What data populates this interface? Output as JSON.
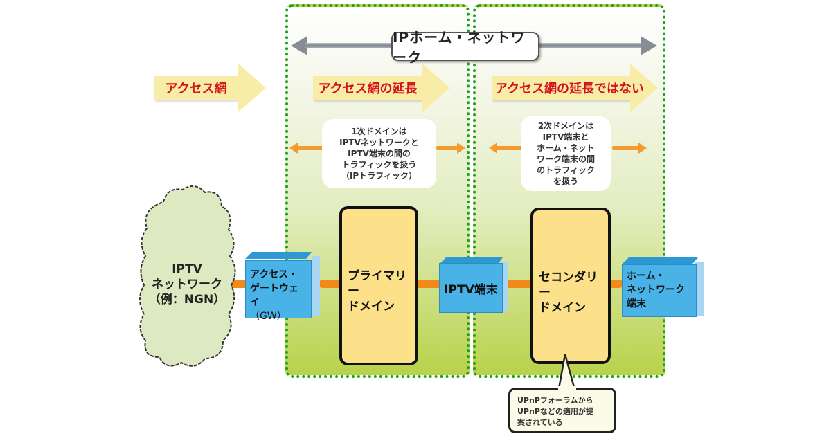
{
  "header": {
    "title": "IPホーム・ネットワーク"
  },
  "arrows": {
    "access_network": "アクセス網",
    "access_extension": "アクセス網の延長",
    "not_access_extension": "アクセス網の延長ではない"
  },
  "cards": {
    "primary": [
      "1次ドメインは",
      "IPTVネットワークと",
      "IPTV端末の間の",
      "トラフィックを扱う",
      "（IPトラフィック）"
    ],
    "secondary": [
      "2次ドメインは",
      "IPTV端末と",
      "ホーム・ネット",
      "ワーク端末の間",
      "のトラフィック",
      "を扱う"
    ]
  },
  "nodes": {
    "cloud": [
      "IPTV",
      "ネットワーク",
      "（例：NGN）"
    ],
    "gateway": [
      "アクセス・",
      "ゲートウェイ",
      "（GW）"
    ],
    "primary_domain": [
      "プライマリー",
      "ドメイン"
    ],
    "iptv_terminal": "IPTV端末",
    "secondary_domain": [
      "セコンダリー",
      "ドメイン"
    ],
    "home_terminal": [
      "ホーム・",
      "ネットワーク",
      "端末"
    ]
  },
  "callout": {
    "lines": [
      "UPnPフォーラムから",
      "UPnPなどの適用が提",
      "案されている"
    ]
  },
  "colors": {
    "zone_border": "#1aa31a",
    "arrow_label": "#d6101a",
    "arrow_fill": "#f7eda6",
    "link": "#f28a1a",
    "domain_fill": "#fce08a",
    "box_blue": "#49b2e6",
    "cloud_fill": "#dde9c0"
  }
}
